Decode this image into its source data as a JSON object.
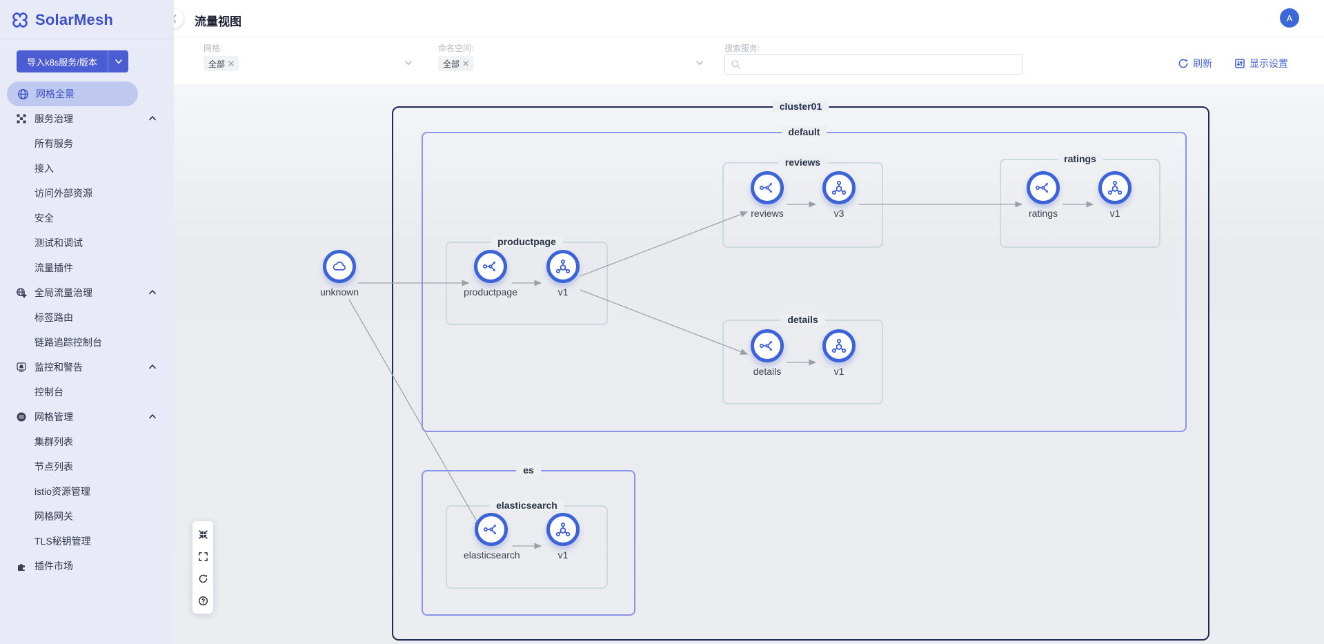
{
  "app": {
    "name": "SolarMesh"
  },
  "sidebar": {
    "import_button": {
      "label": "导入k8s服务/版本"
    },
    "items": [
      {
        "label": "网格全景",
        "icon": "globe-icon",
        "active": true
      },
      {
        "label": "服务治理",
        "icon": "mesh-icon",
        "section": true
      },
      {
        "label": "所有服务"
      },
      {
        "label": "接入"
      },
      {
        "label": "访问外部资源"
      },
      {
        "label": "安全"
      },
      {
        "label": "测试和调试"
      },
      {
        "label": "流量插件"
      },
      {
        "label": "全局流量治理",
        "icon": "global-traffic-icon",
        "section": true
      },
      {
        "label": "标签路由"
      },
      {
        "label": "链路追踪控制台"
      },
      {
        "label": "监控和警告",
        "icon": "monitor-alert-icon",
        "section": true
      },
      {
        "label": "控制台"
      },
      {
        "label": "网格管理",
        "icon": "mesh-management-icon",
        "section": true
      },
      {
        "label": "集群列表"
      },
      {
        "label": "节点列表"
      },
      {
        "label": "istio资源管理"
      },
      {
        "label": "网格网关"
      },
      {
        "label": "TLS秘钥管理"
      },
      {
        "label": "插件市场",
        "icon": "plugin-icon"
      }
    ]
  },
  "header": {
    "title": "流量视图",
    "avatar_initial": "A"
  },
  "filters": {
    "mesh_label": "网格:",
    "mesh_value": "全部",
    "namespace_label": "命名空间:",
    "namespace_value": "全部",
    "search_label": "搜索服务:",
    "search_placeholder": "",
    "refresh_label": "刷新",
    "display_settings_label": "显示设置"
  },
  "topology": {
    "cluster_label": "cluster01",
    "namespaces": {
      "default": "default",
      "es": "es"
    },
    "groups": {
      "productpage": "productpage",
      "reviews": "reviews",
      "ratings": "ratings",
      "details": "details",
      "elasticsearch": "elasticsearch"
    },
    "nodes": {
      "unknown": "unknown",
      "productpage": "productpage",
      "productpage_v1": "v1",
      "reviews": "reviews",
      "reviews_v3": "v3",
      "ratings": "ratings",
      "ratings_v1": "v1",
      "details": "details",
      "details_v1": "v1",
      "elasticsearch": "elasticsearch",
      "elasticsearch_v1": "v1"
    },
    "edges": [
      {
        "from": "unknown",
        "to": "productpage"
      },
      {
        "from": "productpage",
        "to": "productpage_v1"
      },
      {
        "from": "productpage_v1",
        "to": "reviews"
      },
      {
        "from": "productpage_v1",
        "to": "details"
      },
      {
        "from": "reviews",
        "to": "reviews_v3"
      },
      {
        "from": "reviews_v3",
        "to": "ratings"
      },
      {
        "from": "ratings",
        "to": "ratings_v1"
      },
      {
        "from": "details",
        "to": "details_v1"
      },
      {
        "from": "unknown",
        "to": "elasticsearch"
      },
      {
        "from": "elasticsearch",
        "to": "elasticsearch_v1"
      }
    ],
    "toolbar_icons": [
      "fit-view",
      "fullscreen",
      "reload",
      "help"
    ]
  },
  "colors": {
    "accent": "#3c50c9",
    "node_ring": "#3d63d8",
    "cluster_border": "#1e2b55",
    "namespace_border": "#8b94e8",
    "group_border": "#cbdade",
    "edge": "#a0a4ab",
    "sidebar_bg": "#e8eaf7",
    "avatar_bg": "#3a68d8"
  }
}
